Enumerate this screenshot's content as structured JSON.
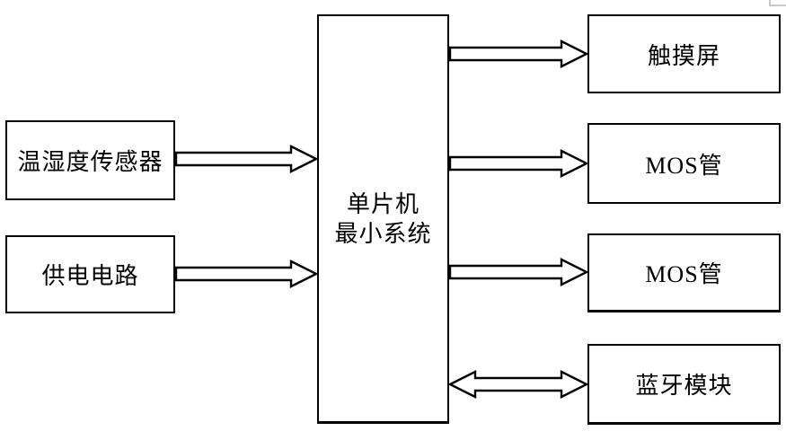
{
  "diagram": {
    "type": "block-diagram",
    "nodes": {
      "sensor": {
        "label": "温湿度传感器"
      },
      "power": {
        "label": "供电电路"
      },
      "mcu": {
        "label": "单片机最小系统",
        "lines": [
          "单片机",
          "最小系统"
        ]
      },
      "touchscreen": {
        "label": "触摸屏"
      },
      "mos1": {
        "label": "MOS管"
      },
      "mos2": {
        "label": "MOS管"
      },
      "bluetooth": {
        "label": "蓝牙模块"
      }
    },
    "edges": [
      {
        "from": "sensor",
        "to": "mcu",
        "direction": "one-way-right"
      },
      {
        "from": "power",
        "to": "mcu",
        "direction": "one-way-right"
      },
      {
        "from": "mcu",
        "to": "touchscreen",
        "direction": "one-way-right"
      },
      {
        "from": "mcu",
        "to": "mos1",
        "direction": "one-way-right"
      },
      {
        "from": "mcu",
        "to": "mos2",
        "direction": "one-way-right"
      },
      {
        "from": "mcu",
        "to": "bluetooth",
        "direction": "two-way"
      }
    ],
    "colors": {
      "line": "#000000",
      "background": "#ffffff",
      "artifact": "#c8c8c8"
    }
  }
}
